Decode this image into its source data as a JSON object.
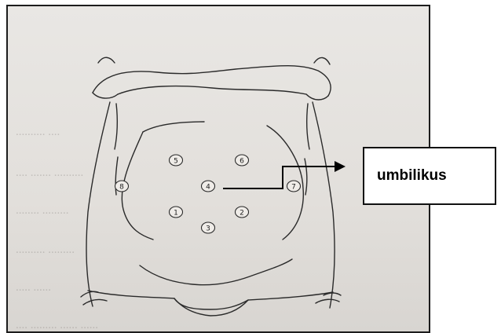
{
  "annotation": {
    "label": "umbilikus"
  },
  "points": [
    {
      "number": "1"
    },
    {
      "number": "2"
    },
    {
      "number": "3"
    },
    {
      "number": "4"
    },
    {
      "number": "5"
    },
    {
      "number": "6"
    },
    {
      "number": "7"
    },
    {
      "number": "8"
    }
  ],
  "colors": {
    "line": "#2a2a2a",
    "arrow": "#000000",
    "paper": "#e6e3df"
  }
}
